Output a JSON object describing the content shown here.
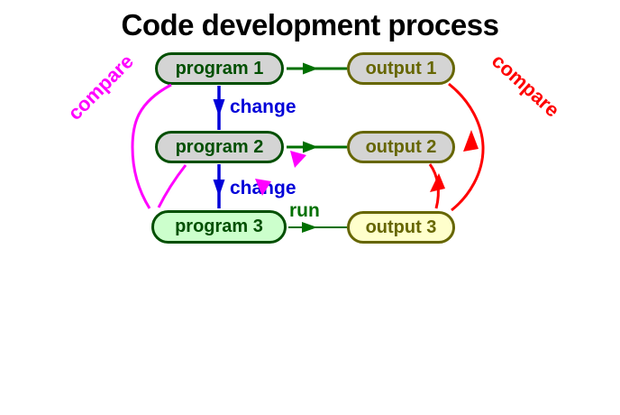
{
  "title": "Code development process",
  "nodes": {
    "program1": {
      "label": "program 1"
    },
    "program2": {
      "label": "program 2"
    },
    "program3": {
      "label": "program 3"
    },
    "output1": {
      "label": "output 1"
    },
    "output2": {
      "label": "output 2"
    },
    "output3": {
      "label": "output 3"
    }
  },
  "edge_labels": {
    "change1": "change",
    "change2": "change",
    "run": "run",
    "compare_left": "compare",
    "compare_right": "compare"
  },
  "edges": [
    {
      "from": "program 1",
      "to": "output 1",
      "color": "green"
    },
    {
      "from": "program 2",
      "to": "output 2",
      "color": "green"
    },
    {
      "from": "program 3",
      "to": "output 3",
      "color": "green",
      "label": "run"
    },
    {
      "from": "program 1",
      "to": "program 2",
      "color": "blue",
      "label": "change"
    },
    {
      "from": "program 2",
      "to": "program 3",
      "color": "blue",
      "label": "change"
    },
    {
      "from": "program 1",
      "to": "program 3",
      "color": "magenta",
      "label": "compare"
    },
    {
      "from": "program 2",
      "to": "program 3",
      "color": "magenta",
      "label": "compare"
    },
    {
      "from": "output 3",
      "to": "output 1",
      "color": "red",
      "label": "compare"
    },
    {
      "from": "output 3",
      "to": "output 2",
      "color": "red",
      "label": "compare"
    }
  ],
  "colors": {
    "background": "#ffffff",
    "title_text": "#000000",
    "program_green": "#004f00",
    "output_olive": "#666600",
    "node_gray_fill": "#d4d4d4",
    "program3_fill": "#ccffcc",
    "output3_fill": "#ffffcc",
    "run_green": "#007000",
    "change_blue": "#0000d9",
    "compare_magenta": "#ff00ff",
    "compare_red": "#ff0000"
  }
}
